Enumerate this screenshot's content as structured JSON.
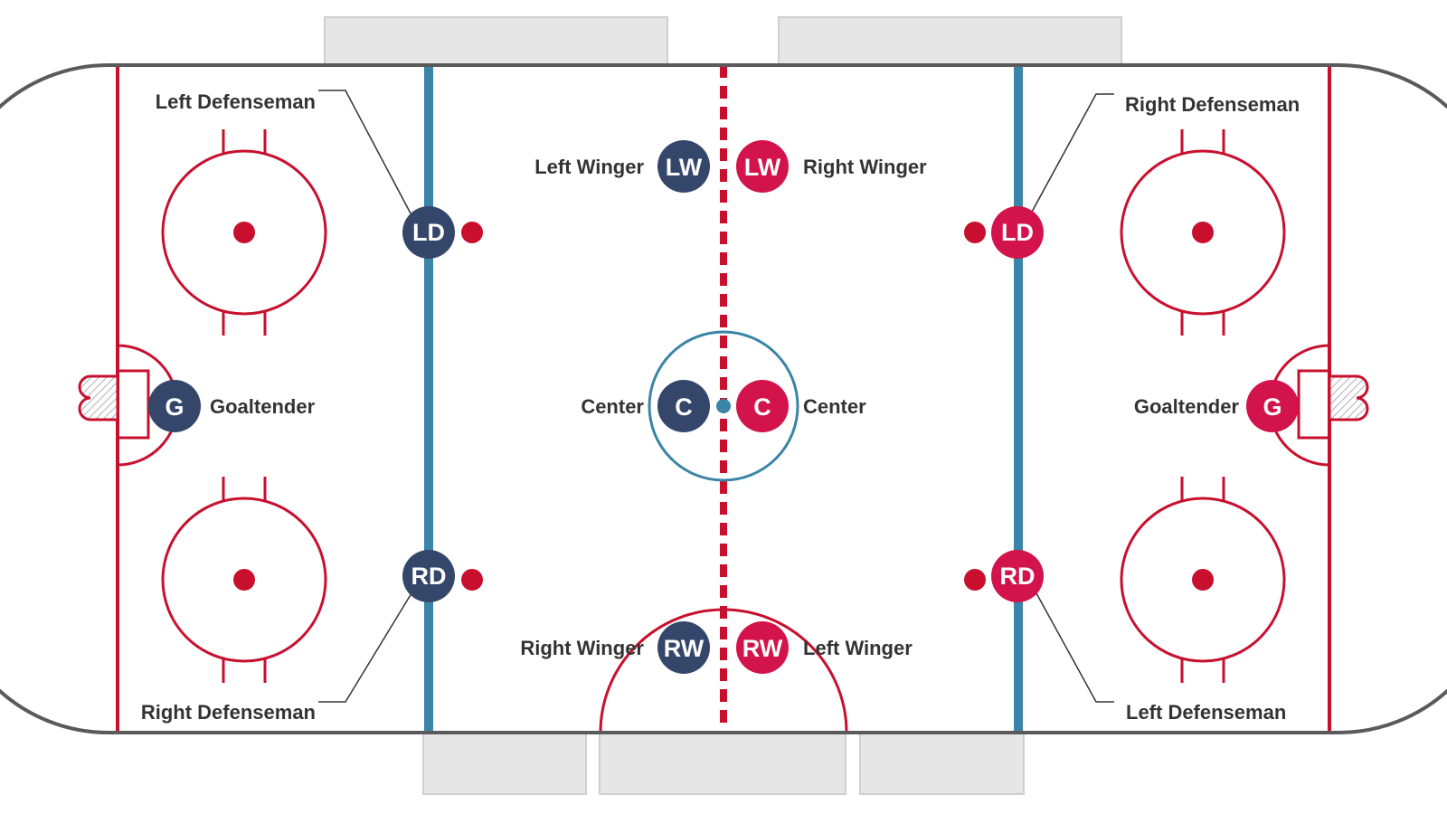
{
  "colors": {
    "navy": "#34476b",
    "crimson": "#d3134b",
    "red_line": "#c8102e",
    "blue_line": "#3a84a6",
    "board": "#5a5a5a",
    "bench": "#e6e6e6",
    "text": "#333333"
  },
  "players": [
    {
      "key": "ld_left",
      "token": "LD",
      "team": "navy",
      "label": "Left Defenseman"
    },
    {
      "key": "rd_left",
      "token": "RD",
      "team": "navy",
      "label": "Right Defenseman"
    },
    {
      "key": "g_left",
      "token": "G",
      "team": "navy",
      "label": "Goaltender"
    },
    {
      "key": "lw_left",
      "token": "LW",
      "team": "navy",
      "label": "Left Winger"
    },
    {
      "key": "c_left",
      "token": "C",
      "team": "navy",
      "label": "Center"
    },
    {
      "key": "rw_left",
      "token": "RW",
      "team": "navy",
      "label": "Right Winger"
    },
    {
      "key": "lw_right",
      "token": "LW",
      "team": "crimson",
      "label": "Right Winger"
    },
    {
      "key": "c_right",
      "token": "C",
      "team": "crimson",
      "label": "Center"
    },
    {
      "key": "rw_right",
      "token": "RW",
      "team": "crimson",
      "label": "Left Winger"
    },
    {
      "key": "ld_right",
      "token": "LD",
      "team": "crimson",
      "label": "Right Defenseman"
    },
    {
      "key": "rd_right",
      "token": "RD",
      "team": "crimson",
      "label": "Left Defenseman"
    },
    {
      "key": "g_right",
      "token": "G",
      "team": "crimson",
      "label": "Goaltender"
    }
  ]
}
